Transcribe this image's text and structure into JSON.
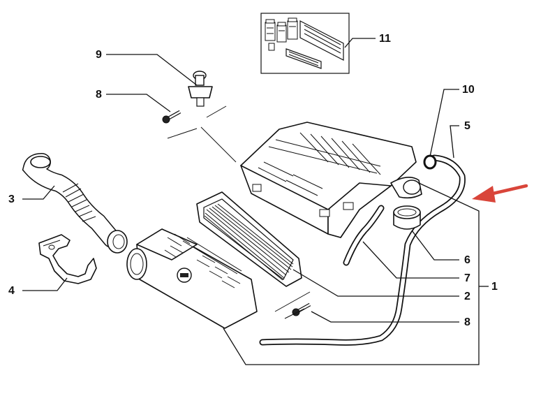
{
  "parts": {
    "p1": "1",
    "p2": "2",
    "p3": "3",
    "p4": "4",
    "p5": "5",
    "p6": "6",
    "p7": "7",
    "p8a": "8",
    "p8b": "8",
    "p9": "9",
    "p10": "10",
    "p11": "11"
  },
  "colors": {
    "ink": "#111111",
    "arrow": "#d9453a",
    "background": "#ffffff"
  },
  "icons": [
    "red-pointer-arrow-icon",
    "fiat-logo-badge"
  ]
}
